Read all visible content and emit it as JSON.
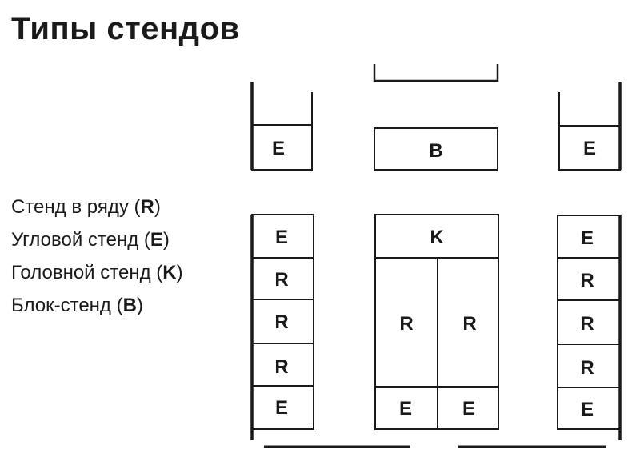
{
  "title": "Типы стендов",
  "legend": [
    {
      "text": "Стенд в ряду (",
      "code": "R",
      "tail": ")"
    },
    {
      "text": "Угловой стенд (",
      "code": "E",
      "tail": ")"
    },
    {
      "text": "Головной стенд (",
      "code": "K",
      "tail": ")"
    },
    {
      "text": "Блок-стенд (",
      "code": "B",
      "tail": ")"
    }
  ],
  "stands": {
    "left_top_corner": "E",
    "center_top_block": "B",
    "right_top_corner": "E",
    "left_row": [
      "E",
      "R",
      "R",
      "R",
      "E"
    ],
    "center_head": "K",
    "center_row_left": [
      "R",
      "E"
    ],
    "center_row_right": [
      "R",
      "E"
    ],
    "right_row": [
      "E",
      "R",
      "R",
      "R",
      "E"
    ]
  },
  "colors": {
    "line": "#1a1a1a",
    "background": "#ffffff"
  }
}
